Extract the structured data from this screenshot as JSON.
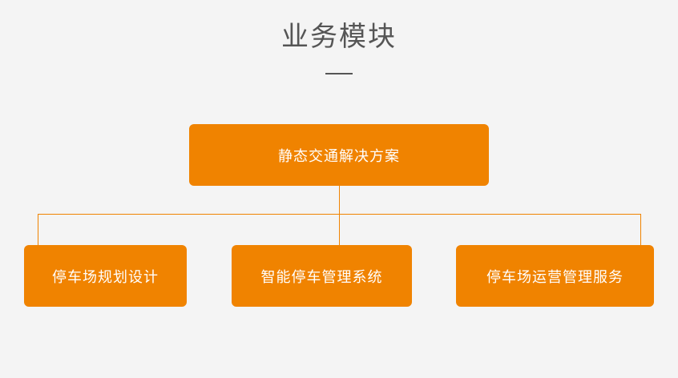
{
  "title": "业务模块",
  "colors": {
    "accent": "#f08300",
    "background": "#f4f4f4",
    "title_text": "#555555",
    "node_text": "#ffffff"
  },
  "diagram": {
    "root": {
      "label": "静态交通解决方案"
    },
    "children": [
      {
        "label": "停车场规划设计"
      },
      {
        "label": "智能停车管理系统"
      },
      {
        "label": "停车场运营管理服务"
      }
    ]
  }
}
